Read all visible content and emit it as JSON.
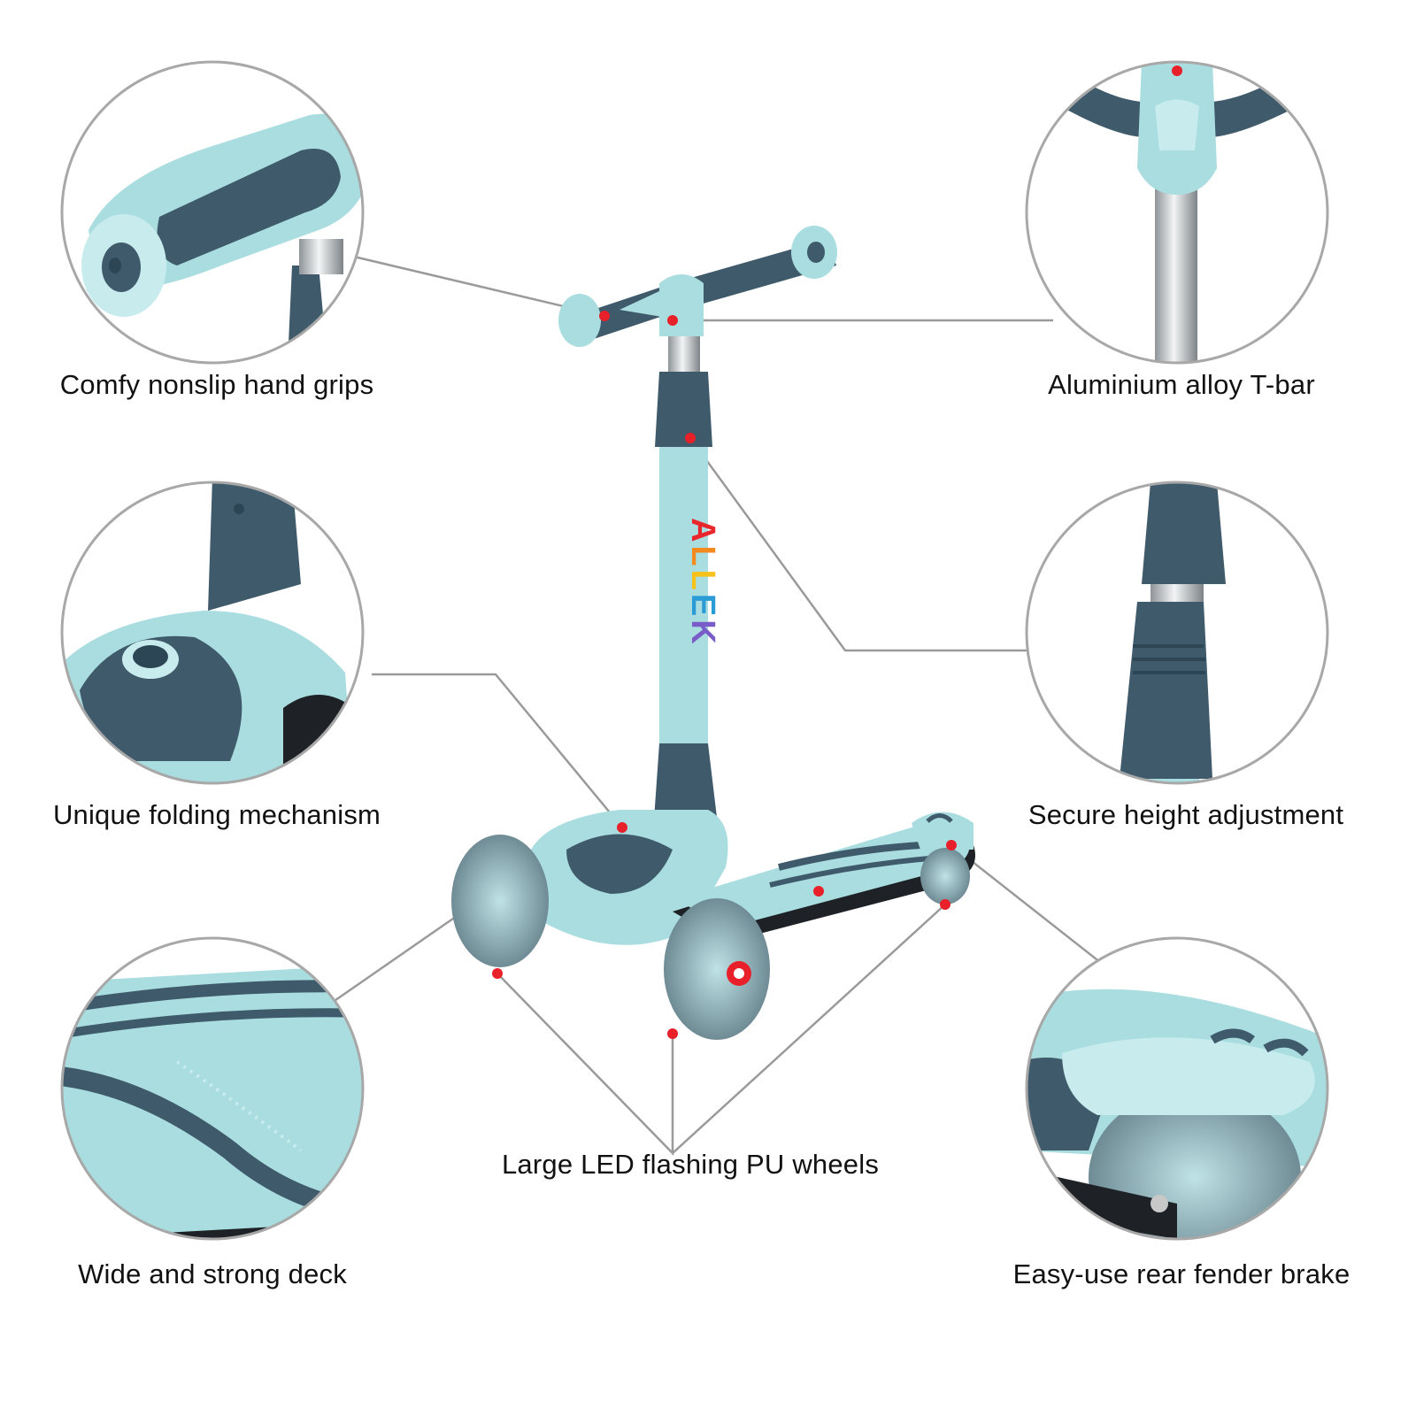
{
  "colors": {
    "mint": "#a9dde0",
    "mint_light": "#c8ecee",
    "navy": "#3e5a6b",
    "navy_dark": "#2d4655",
    "wheel": "#6f8a94",
    "callout_dot": "#e8202a",
    "callout_line": "#9a9a9a",
    "circle_border": "#a8a8a8",
    "deck_black": "#1e2226"
  },
  "brand": {
    "logo": "ALLEK",
    "logo_colors": [
      "#e8262c",
      "#f28a1e",
      "#f6c21a",
      "#2b9bd6",
      "#7a5cc9"
    ]
  },
  "features": {
    "hand_grips": "Comfy nonslip hand grips",
    "t_bar": "Aluminium alloy T-bar",
    "folding": "Unique folding mechanism",
    "height": "Secure height adjustment",
    "wheels": "Large LED flashing PU wheels",
    "deck": "Wide and strong deck",
    "brake": "Easy-use rear fender brake"
  }
}
